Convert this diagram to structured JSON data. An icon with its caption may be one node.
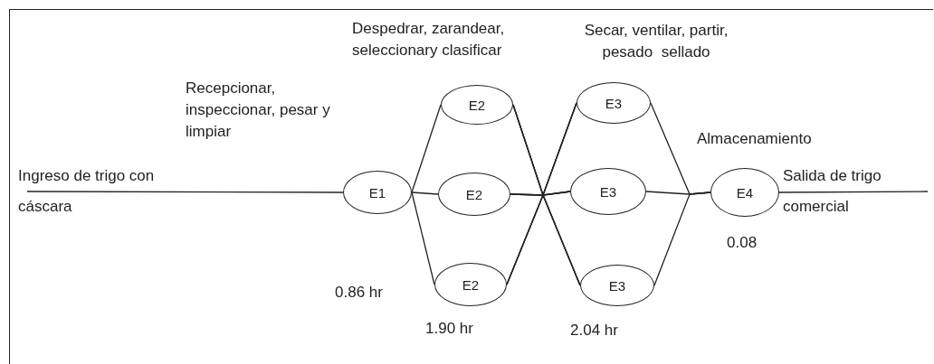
{
  "diagram": {
    "nodes": [
      {
        "text": [
          "E1"
        ],
        "beside": [
          "Recepcionar, inspeccionar, pesar y limpiar"
        ]
      },
      {
        "text": [
          "E2"
        ],
        "beside": [
          "Despedrar, zarandear, seleccionary clasificar"
        ]
      },
      {
        "text": [
          "E2"
        ]
      },
      {
        "text": [
          "E2"
        ],
        "beside": [
          "1.90 hr"
        ]
      },
      {
        "text": [
          "E3"
        ],
        "beside": [
          "Secar, ventilar, partir, pesado  sellado"
        ]
      },
      {
        "text": [
          "E3"
        ]
      },
      {
        "text": [
          "E3"
        ],
        "beside": [
          "2.04 hr"
        ]
      },
      {
        "text": [
          "E4"
        ],
        "beside": [
          "Almacenamiento",
          "0.08"
        ]
      },
      {
        "text": [
          "Ingreso de trigo con cáscara"
        ]
      },
      {
        "text": [
          "Salida de trigo comercial"
        ]
      }
    ],
    "edges": [
      {
        "from": 8,
        "to": 0,
        "arrow": "none"
      },
      {
        "from": 0,
        "to": 1,
        "arrow": "none"
      },
      {
        "from": 0,
        "to": 2,
        "arrow": "none"
      },
      {
        "from": 0,
        "to": 3,
        "arrow": "none"
      },
      {
        "from": 1,
        "to": 4,
        "arrow": "none"
      },
      {
        "from": 1,
        "to": 5,
        "arrow": "none"
      },
      {
        "from": 1,
        "to": 6,
        "arrow": "none"
      },
      {
        "from": 2,
        "to": 4,
        "arrow": "none"
      },
      {
        "from": 2,
        "to": 5,
        "arrow": "none"
      },
      {
        "from": 2,
        "to": 6,
        "arrow": "none"
      },
      {
        "from": 3,
        "to": 4,
        "arrow": "none"
      },
      {
        "from": 3,
        "to": 5,
        "arrow": "none"
      },
      {
        "from": 3,
        "to": 6,
        "arrow": "none"
      },
      {
        "from": 4,
        "to": 7,
        "arrow": "none"
      },
      {
        "from": 5,
        "to": 7,
        "arrow": "none"
      },
      {
        "from": 6,
        "to": 7,
        "arrow": "none"
      },
      {
        "from": 7,
        "to": 9,
        "arrow": "none"
      }
    ],
    "labels": [
      "0.86 hr"
    ]
  }
}
